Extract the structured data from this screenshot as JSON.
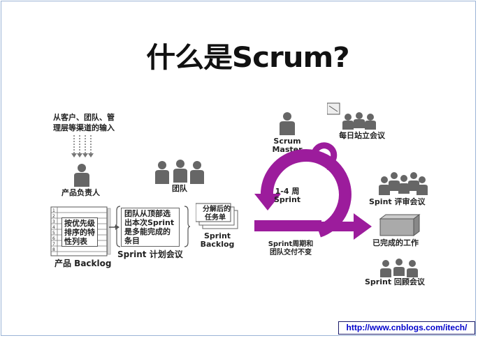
{
  "title": "什么是Scrum?",
  "inputs": {
    "line1": "从客户、团队、管",
    "line2": "理层等渠道的输入"
  },
  "product_owner": "产品负责人",
  "team": "团队",
  "product_backlog": {
    "box_text": [
      "按优先级",
      "排序的特",
      "性列表"
    ],
    "label": "产品 Backlog"
  },
  "sprint_planning": {
    "box_text": [
      "团队从顶部选",
      "出本次Sprint",
      "是多能完成的",
      "条目"
    ],
    "label": "Sprint 计划会议"
  },
  "sprint_backlog": {
    "card_text": [
      "分解后的",
      "任务单"
    ],
    "label_line1": "Sprint",
    "label_line2": "Backlog"
  },
  "scrum_master": {
    "line1": "Scrum",
    "line2": "Master"
  },
  "cycle": {
    "line1": "1-4 周",
    "line2": "Sprint"
  },
  "cycle_note": {
    "line1": "Sprint周期和",
    "line2": "团队交付不变"
  },
  "daily_standup": "每日站立会议",
  "sprint_review": "Spint 评审会议",
  "done_work": "已完成的工作",
  "retrospective": "Sprint 回顾会议",
  "url": "http://www.cnblogs.com/itech/",
  "colors": {
    "cycle": "#9c1c9c",
    "person": "#666666"
  }
}
